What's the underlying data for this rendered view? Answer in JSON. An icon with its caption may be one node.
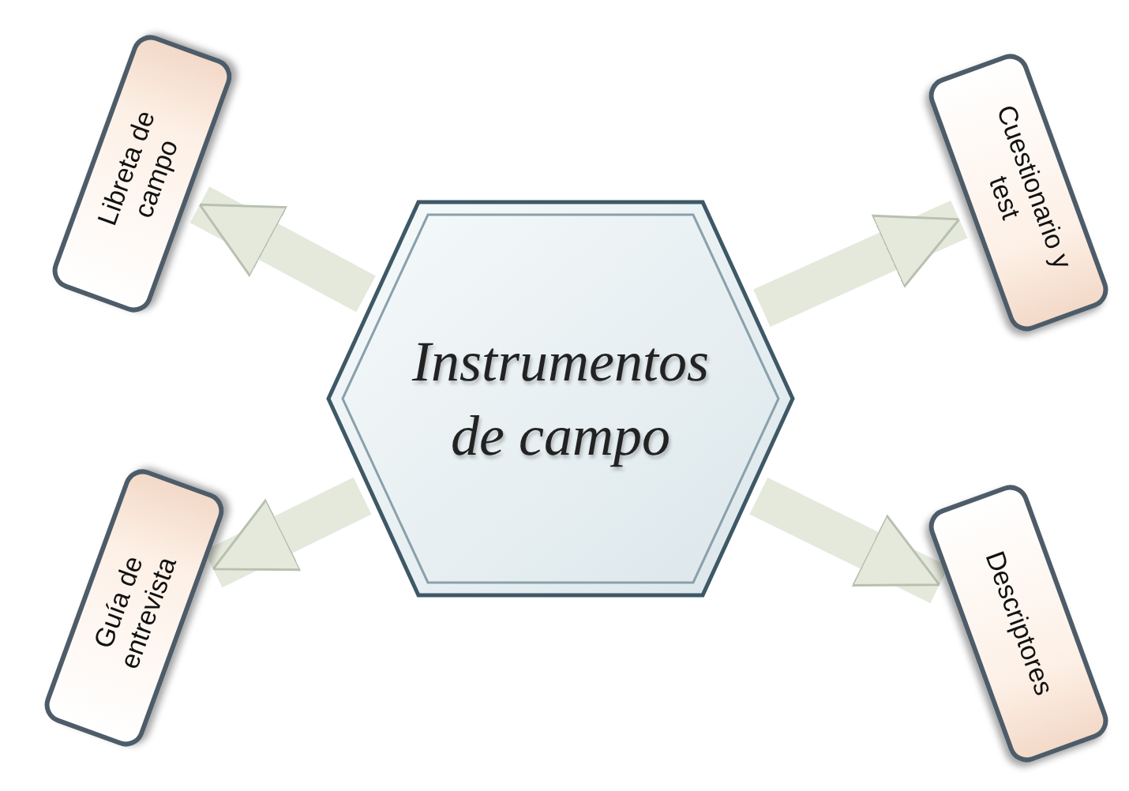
{
  "diagram": {
    "nodes": [
      {
        "text": [
          "Instrumentos de campo"
        ]
      },
      {
        "text": [
          "Libreta de campo"
        ]
      },
      {
        "text": [
          "Cuestionario y test"
        ]
      },
      {
        "text": [
          "Guía de entrevista"
        ]
      },
      {
        "text": [
          "Descriptores"
        ]
      }
    ],
    "edges": [
      {
        "from": 0,
        "to": 1,
        "arrow": "to"
      },
      {
        "from": 0,
        "to": 2,
        "arrow": "to"
      },
      {
        "from": 0,
        "to": 3,
        "arrow": "to"
      },
      {
        "from": 0,
        "to": 4,
        "arrow": "to"
      }
    ]
  }
}
